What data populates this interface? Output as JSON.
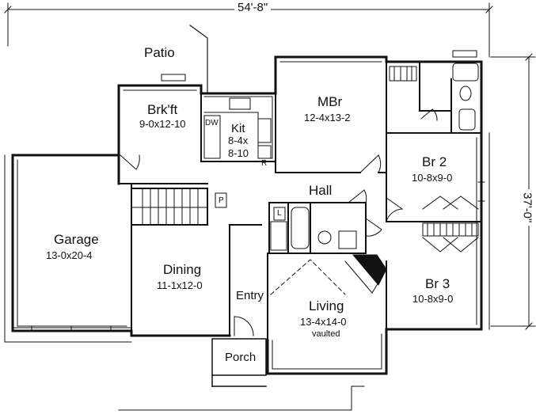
{
  "dimensions": {
    "overall_width": "54'-8\"",
    "overall_depth": "37'-0\""
  },
  "rooms": {
    "patio": {
      "name": "Patio"
    },
    "brkfst": {
      "name": "Brk'ft",
      "size": "9-0x12-10"
    },
    "kitchen": {
      "name": "Kit",
      "size_line1": "8-4x",
      "size_line2": "8-10"
    },
    "mbr": {
      "name": "MBr",
      "size": "12-4x13-2"
    },
    "br2": {
      "name": "Br 2",
      "size": "10-8x9-0"
    },
    "br3": {
      "name": "Br 3",
      "size": "10-8x9-0"
    },
    "hall": {
      "name": "Hall"
    },
    "garage": {
      "name": "Garage",
      "size": "13-0x20-4"
    },
    "dining": {
      "name": "Dining",
      "size": "11-1x12-0"
    },
    "entry": {
      "name": "Entry"
    },
    "living": {
      "name": "Living",
      "size": "13-4x14-0",
      "note": "vaulted"
    },
    "porch": {
      "name": "Porch"
    }
  },
  "fixtures": {
    "dishwasher": "DW",
    "refrigerator": "R",
    "pantry": "P",
    "laundry": "L"
  }
}
